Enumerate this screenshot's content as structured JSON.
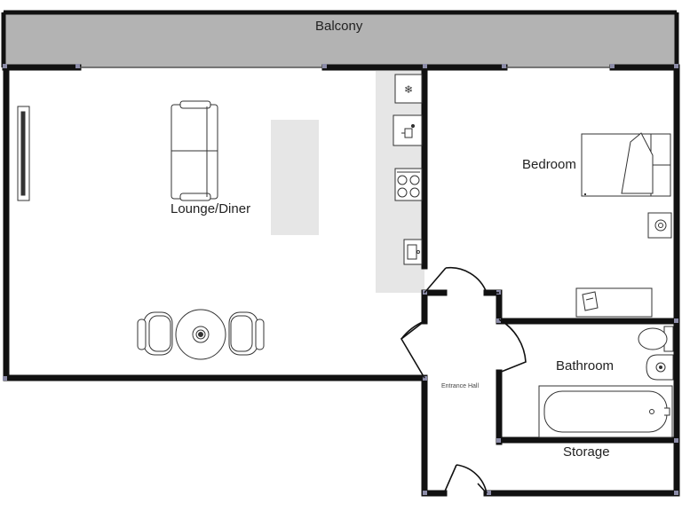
{
  "rooms": {
    "balcony": "Balcony",
    "lounge": "Lounge/Diner",
    "bedroom": "Bedroom",
    "bathroom": "Bathroom",
    "storage": "Storage",
    "entrance": "Entrance Hall"
  },
  "colors": {
    "wall": "#111111",
    "balcony_fill": "#b3b3b3",
    "kitchen_fill": "#e6e6e6",
    "rug_fill": "#e6e6e6",
    "fixture_stroke": "#333333",
    "corner_marker": "#8c8ca8"
  },
  "icons": [
    "tv-icon",
    "sofa-icon",
    "fridge-freezer-icon",
    "wine-cooler-icon",
    "hob-icon",
    "kitchen-sink-icon",
    "dining-table-icon",
    "armchair-icon",
    "bed-icon",
    "bedside-lamp-icon",
    "desk-icon",
    "toilet-icon",
    "basin-icon",
    "bathtub-icon",
    "door-swing-icon"
  ]
}
